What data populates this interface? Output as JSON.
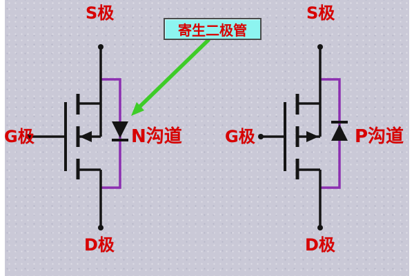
{
  "colors": {
    "background": "#cac9d7",
    "label_red": "#d80000",
    "wire_purple": "#8b2fb0",
    "symbol_black": "#141414",
    "arrow_green": "#3ecc28",
    "callout_bg": "#8df4f0",
    "callout_border": "#4a4a4a"
  },
  "callout": {
    "label": "寄生二极管"
  },
  "left_mosfet": {
    "top_terminal": "S极",
    "bottom_terminal": "D极",
    "gate_terminal": "G极",
    "channel_type": "N沟道"
  },
  "right_mosfet": {
    "top_terminal": "S极",
    "bottom_terminal": "D极",
    "gate_terminal": "G极",
    "channel_type": "P沟道"
  }
}
